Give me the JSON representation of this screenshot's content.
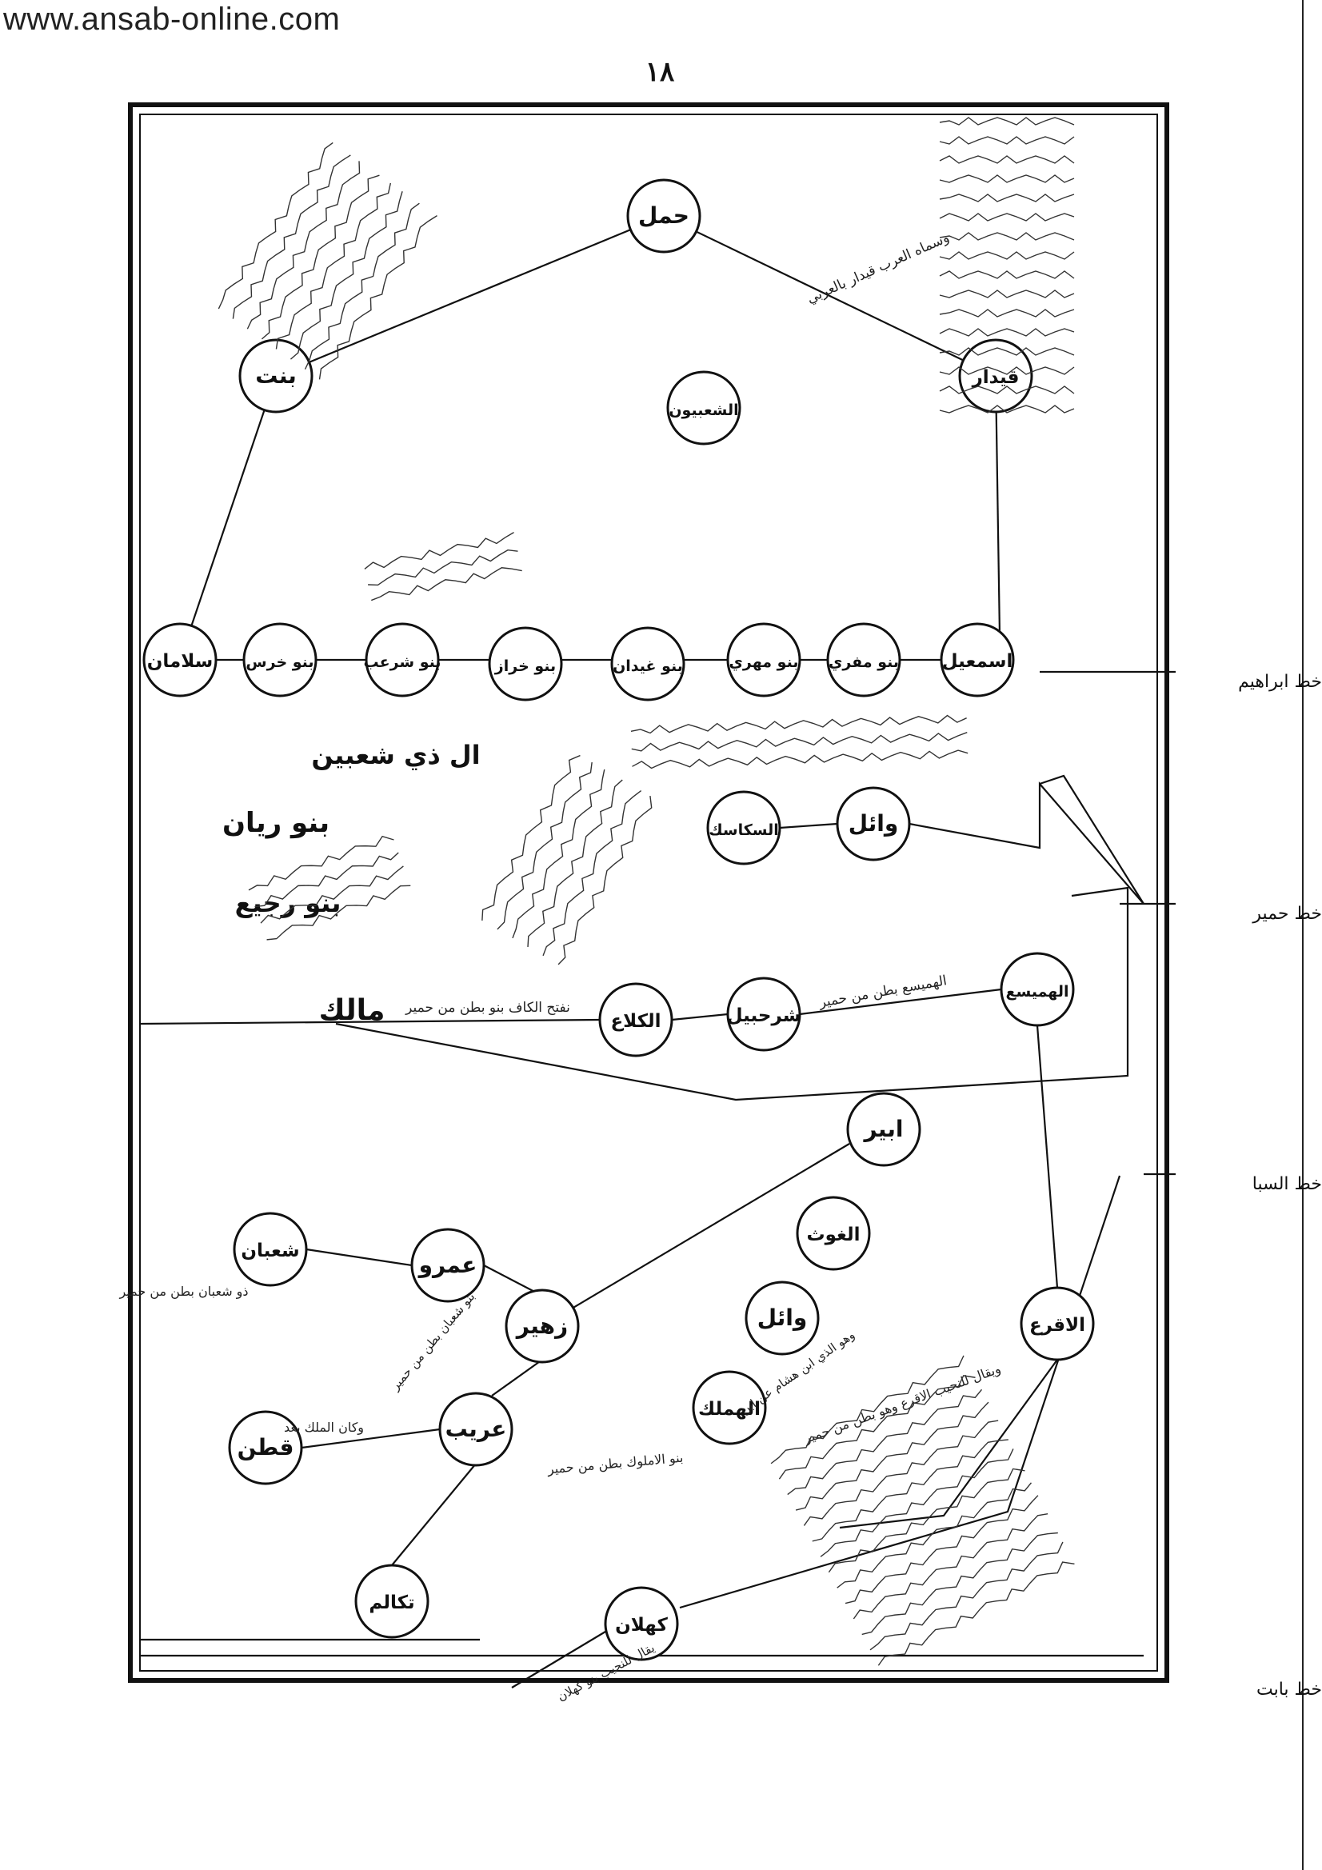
{
  "page": {
    "watermark": "www.ansab-online.com",
    "page_number": "١٨"
  },
  "side_markers": [
    {
      "id": "m1",
      "label": "خط ابراهيم"
    },
    {
      "id": "m2",
      "label": "خط حمير"
    },
    {
      "id": "m3",
      "label": "خط السبا"
    },
    {
      "id": "m4",
      "label": "خط بابت"
    }
  ],
  "nodes": [
    {
      "id": "hamal",
      "label": "حمل"
    },
    {
      "id": "qaydar",
      "label": "قيدار"
    },
    {
      "id": "bint",
      "label": "بنت"
    },
    {
      "id": "shabiyun",
      "label": "الشعبيون"
    },
    {
      "id": "ismail",
      "label": "اسمعيل"
    },
    {
      "id": "banu_mufri",
      "label": "بنو مفري"
    },
    {
      "id": "banu_mahri",
      "label": "بنو مهري"
    },
    {
      "id": "banu_ghayd",
      "label": "بنو غيدان"
    },
    {
      "id": "banu_khawaz",
      "label": "بنو خراز"
    },
    {
      "id": "banu_sharab",
      "label": "بنو شرعب"
    },
    {
      "id": "banu_khurs",
      "label": "بنو خرس"
    },
    {
      "id": "salaman",
      "label": "سلامان"
    },
    {
      "id": "sakasik",
      "label": "السكاسك"
    },
    {
      "id": "wail1",
      "label": "وائل"
    },
    {
      "id": "hamaysa",
      "label": "الهميسع"
    },
    {
      "id": "shurahbil",
      "label": "شرحبيل"
    },
    {
      "id": "kala",
      "label": "الكلاع"
    },
    {
      "id": "abir",
      "label": "ابير"
    },
    {
      "id": "ghawth",
      "label": "الغوث"
    },
    {
      "id": "wail2",
      "label": "وائل"
    },
    {
      "id": "aqra",
      "label": "الاقرع"
    },
    {
      "id": "aylamlak",
      "label": "الهملك"
    },
    {
      "id": "zuhayr",
      "label": "زهير"
    },
    {
      "id": "amr",
      "label": "عمرو"
    },
    {
      "id": "shaban",
      "label": "شعبان"
    },
    {
      "id": "arib",
      "label": "عريب"
    },
    {
      "id": "qatan",
      "label": "قطن"
    },
    {
      "id": "takalam",
      "label": "تكالم"
    },
    {
      "id": "kahlan",
      "label": "كهلان"
    }
  ],
  "free_labels": [
    {
      "id": "dhi_shabin",
      "text": "ال ذي شعبين"
    },
    {
      "id": "banu_rayyan",
      "text": "بنو ريان"
    },
    {
      "id": "banu_rajaa",
      "text": "بنو رجيع"
    },
    {
      "id": "malik",
      "text": "مالك"
    }
  ],
  "annotations": [
    {
      "id": "a1",
      "text": "وسماه العرب قيدار بالعربي"
    },
    {
      "id": "a2",
      "text": "نفتح الكاف بنو بطن من حمير"
    },
    {
      "id": "a3",
      "text": "الهميسع بطن من حمير"
    },
    {
      "id": "a4",
      "text": "بنو الاملوك بطن من حمير"
    },
    {
      "id": "a5",
      "text": "ذو شعبان بطن من حمير"
    },
    {
      "id": "a6",
      "text": "وكان الملك بعد"
    },
    {
      "id": "a7",
      "text": "يقال للنحيب بنو كهلان"
    },
    {
      "id": "a8",
      "text": "بنو شعبان بطن من حمير"
    },
    {
      "id": "a9",
      "text": "ويقال للنحيب الاقرع وهو بطن من حمير"
    },
    {
      "id": "a10",
      "text": "وهو الذي ابن هشام عن ابن"
    }
  ]
}
